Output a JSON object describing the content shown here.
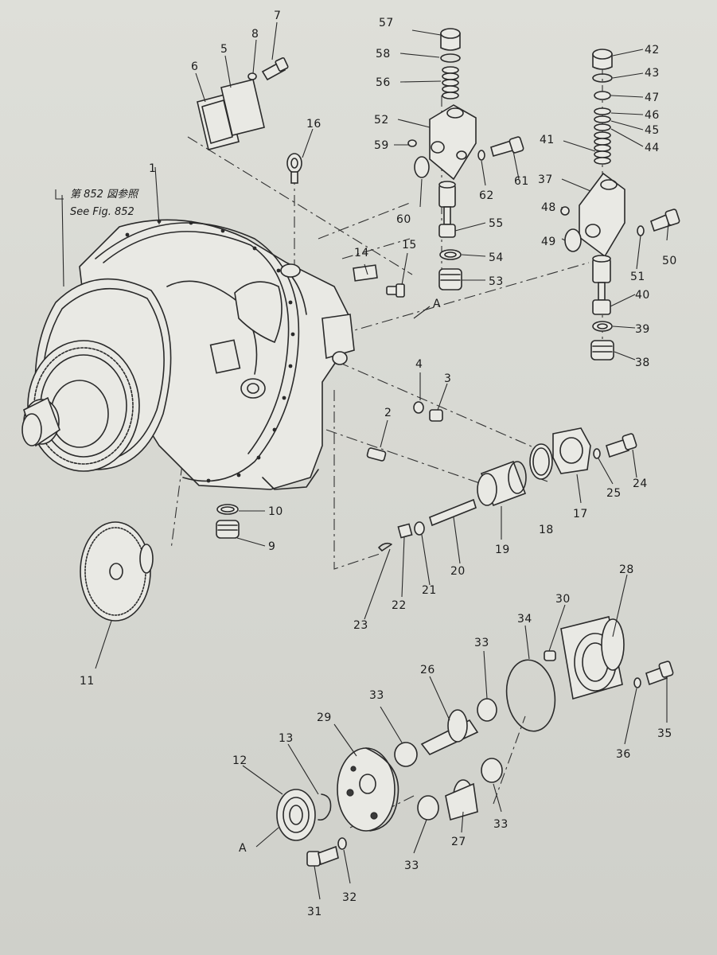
{
  "diagram": {
    "reference_note": {
      "jp": "第 852 図参照",
      "en": "See Fig. 852"
    },
    "callouts": [
      {
        "id": "c1",
        "text": "1"
      },
      {
        "id": "c2",
        "text": "2"
      },
      {
        "id": "c3",
        "text": "3"
      },
      {
        "id": "c4",
        "text": "4"
      },
      {
        "id": "c5",
        "text": "5"
      },
      {
        "id": "c6",
        "text": "6"
      },
      {
        "id": "c7",
        "text": "7"
      },
      {
        "id": "c8",
        "text": "8"
      },
      {
        "id": "c9",
        "text": "9"
      },
      {
        "id": "c10",
        "text": "10"
      },
      {
        "id": "c11",
        "text": "11"
      },
      {
        "id": "c12",
        "text": "12"
      },
      {
        "id": "c13",
        "text": "13"
      },
      {
        "id": "c14",
        "text": "14"
      },
      {
        "id": "c15",
        "text": "15"
      },
      {
        "id": "c16",
        "text": "16"
      },
      {
        "id": "c17",
        "text": "17"
      },
      {
        "id": "c18",
        "text": "18"
      },
      {
        "id": "c19",
        "text": "19"
      },
      {
        "id": "c20",
        "text": "20"
      },
      {
        "id": "c21",
        "text": "21"
      },
      {
        "id": "c22",
        "text": "22"
      },
      {
        "id": "c23",
        "text": "23"
      },
      {
        "id": "c24",
        "text": "24"
      },
      {
        "id": "c25",
        "text": "25"
      },
      {
        "id": "c26",
        "text": "26"
      },
      {
        "id": "c27",
        "text": "27"
      },
      {
        "id": "c28",
        "text": "28"
      },
      {
        "id": "c29",
        "text": "29"
      },
      {
        "id": "c30",
        "text": "30"
      },
      {
        "id": "c31",
        "text": "31"
      },
      {
        "id": "c32",
        "text": "32"
      },
      {
        "id": "c33a",
        "text": "33"
      },
      {
        "id": "c33b",
        "text": "33"
      },
      {
        "id": "c33c",
        "text": "33"
      },
      {
        "id": "c33d",
        "text": "33"
      },
      {
        "id": "c34",
        "text": "34"
      },
      {
        "id": "c35",
        "text": "35"
      },
      {
        "id": "c36",
        "text": "36"
      },
      {
        "id": "c37",
        "text": "37"
      },
      {
        "id": "c38",
        "text": "38"
      },
      {
        "id": "c39",
        "text": "39"
      },
      {
        "id": "c40",
        "text": "40"
      },
      {
        "id": "c41",
        "text": "41"
      },
      {
        "id": "c42",
        "text": "42"
      },
      {
        "id": "c43",
        "text": "43"
      },
      {
        "id": "c44",
        "text": "44"
      },
      {
        "id": "c45",
        "text": "45"
      },
      {
        "id": "c46",
        "text": "46"
      },
      {
        "id": "c47",
        "text": "47"
      },
      {
        "id": "c48",
        "text": "48"
      },
      {
        "id": "c49",
        "text": "49"
      },
      {
        "id": "c50",
        "text": "50"
      },
      {
        "id": "c51",
        "text": "51"
      },
      {
        "id": "c52",
        "text": "52"
      },
      {
        "id": "c53",
        "text": "53"
      },
      {
        "id": "c54",
        "text": "54"
      },
      {
        "id": "c55",
        "text": "55"
      },
      {
        "id": "c56",
        "text": "56"
      },
      {
        "id": "c57",
        "text": "57"
      },
      {
        "id": "c58",
        "text": "58"
      },
      {
        "id": "c59",
        "text": "59"
      },
      {
        "id": "c60",
        "text": "60"
      },
      {
        "id": "c61",
        "text": "61"
      },
      {
        "id": "c62",
        "text": "62"
      },
      {
        "id": "cA1",
        "text": "A"
      },
      {
        "id": "cA2",
        "text": "A"
      }
    ]
  }
}
